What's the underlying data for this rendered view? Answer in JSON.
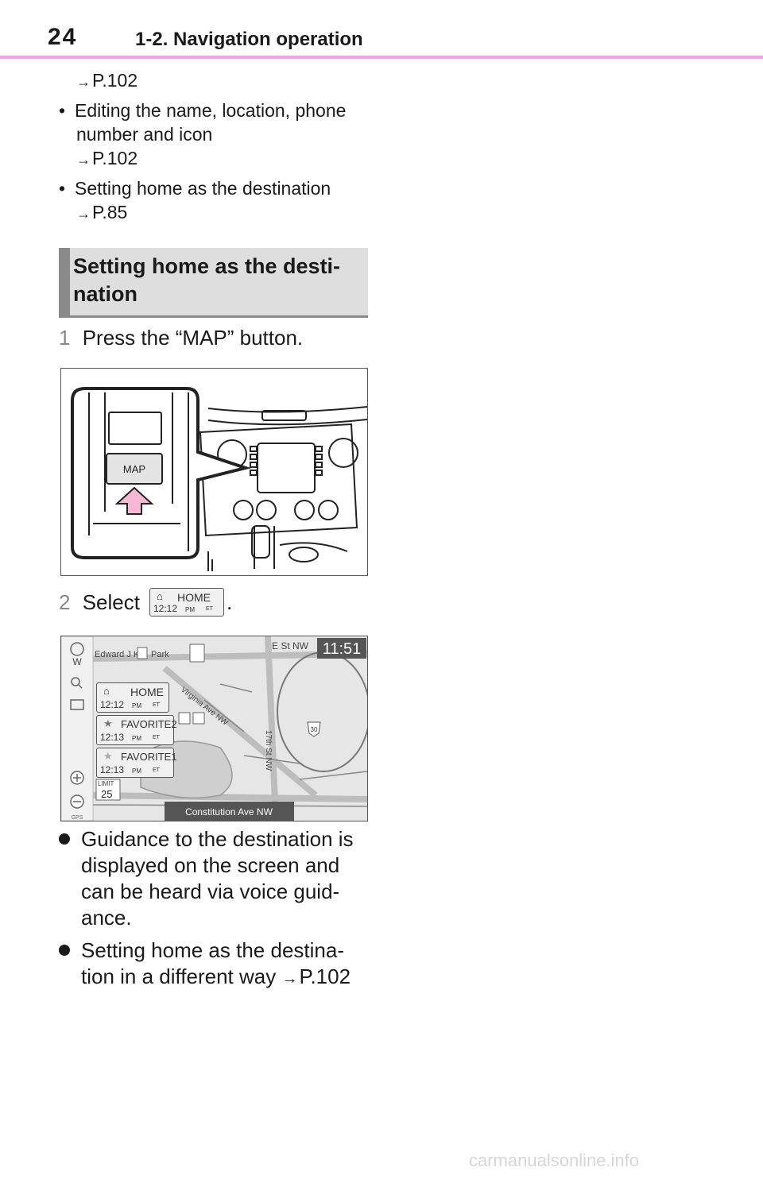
{
  "header": {
    "page_number": "24",
    "section": "1-2. Navigation operation"
  },
  "top_ref": "P.102",
  "bullets": [
    {
      "text_line1": "Editing the name, location, phone",
      "text_line2": "number and icon",
      "ref": "P.102"
    },
    {
      "text_line1": "Setting home as the destination",
      "ref": "P.85"
    }
  ],
  "heading": {
    "line1": "Setting home as the desti-",
    "line2": "nation"
  },
  "steps": [
    {
      "num": "1",
      "text": "Press the “MAP” button."
    },
    {
      "num": "2",
      "text": "Select",
      "suffix": "."
    }
  ],
  "figure1": {
    "button_label": "MAP"
  },
  "inline_icon": {
    "label": "HOME",
    "time": "12:12",
    "pm": "PM",
    "et": "ET"
  },
  "figure2": {
    "clock": "11:51",
    "street_top": "E St NW",
    "place": "Edward J K",
    "park": "Park",
    "road_diag": "Virginia Ave NW",
    "road_vert": "17th St NW",
    "shield": "30",
    "bottom_road": "Constitution Ave NW",
    "limit_label": "LIMIT",
    "limit_value": "25",
    "compass": "W",
    "gps": "GPS",
    "entries": [
      {
        "label": "HOME",
        "time": "12:12",
        "pm": "PM",
        "et": "ET"
      },
      {
        "label": "FAVORITE2",
        "time": "12:13",
        "pm": "PM",
        "et": "ET"
      },
      {
        "label": "FAVORITE1",
        "time": "12:13",
        "pm": "PM",
        "et": "ET"
      }
    ]
  },
  "notes": [
    {
      "lines": [
        "Guidance to the destination is",
        "displayed on the screen and",
        "can be heard via voice guid-",
        "ance."
      ]
    },
    {
      "lines": [
        "Setting home as the destina-",
        "tion in a different way"
      ],
      "ref": "P.102"
    }
  ],
  "watermark": "carmanualsonline.info"
}
